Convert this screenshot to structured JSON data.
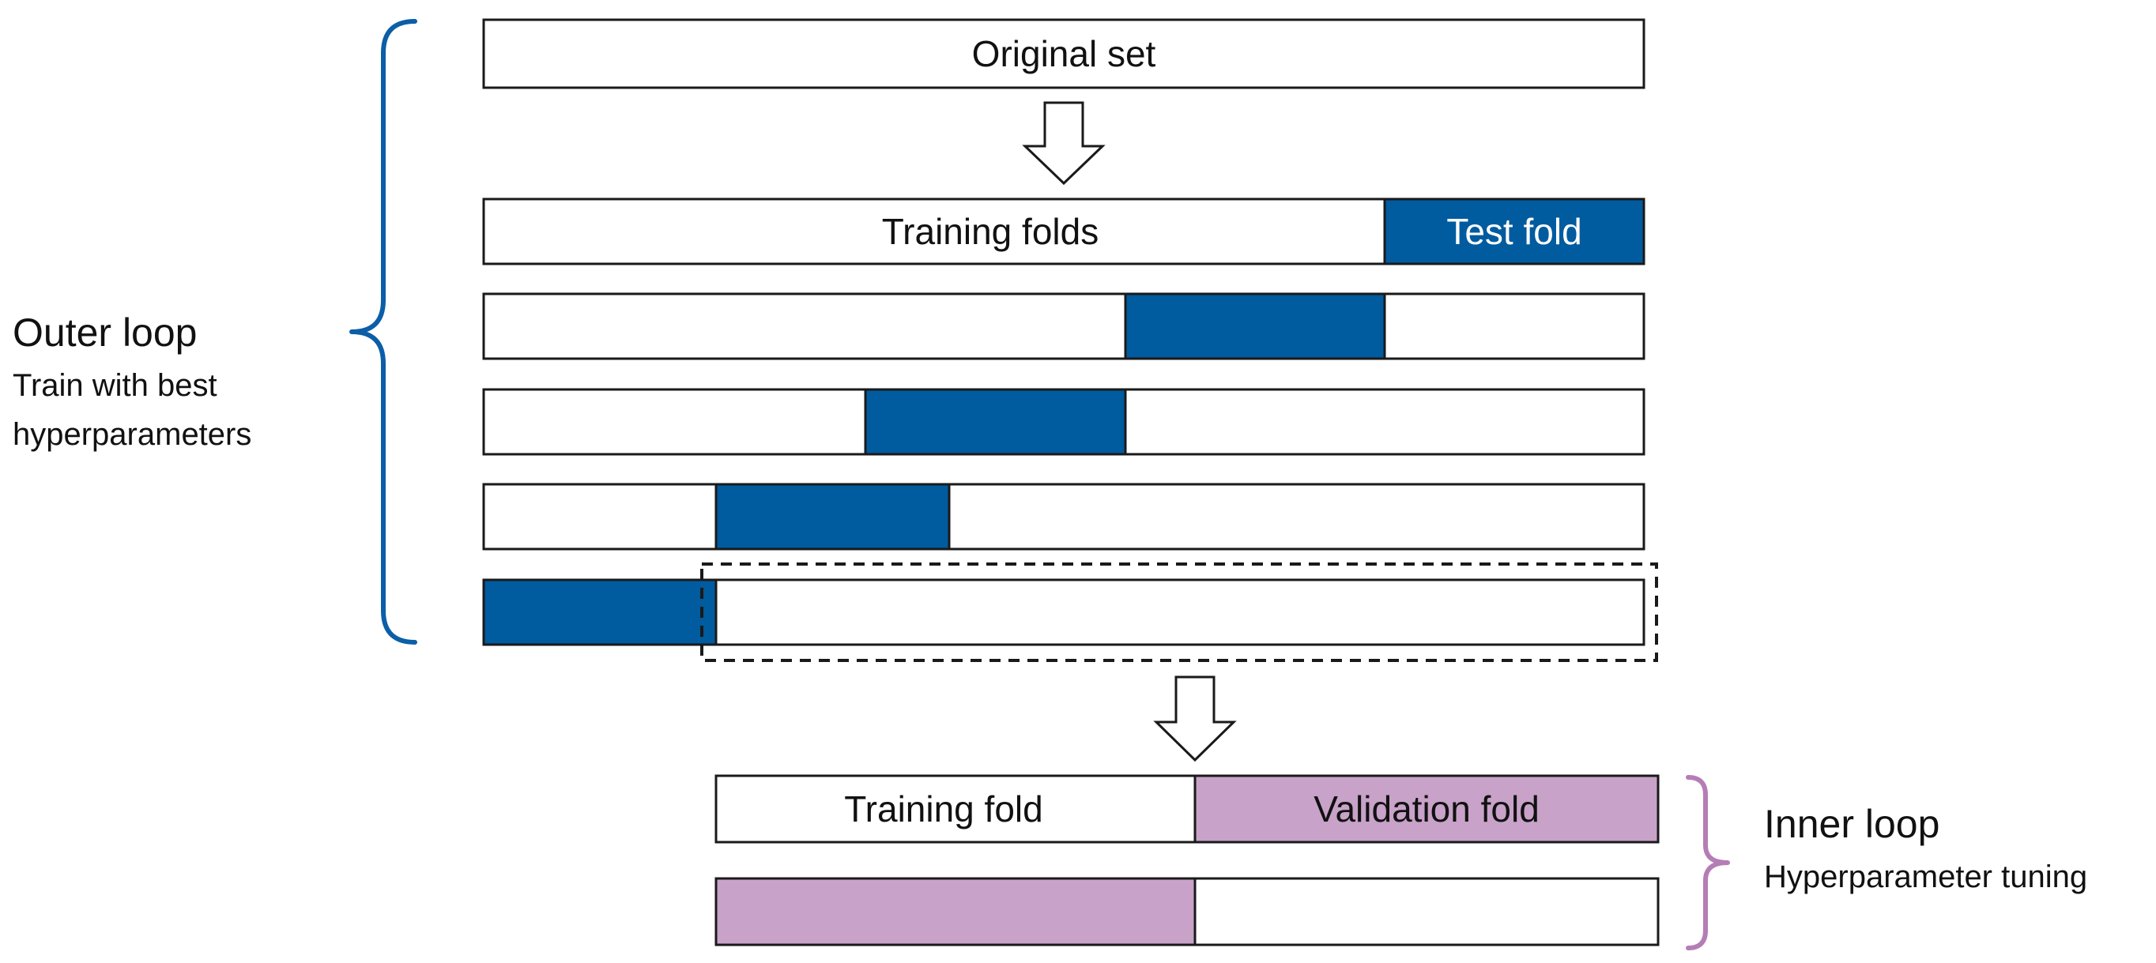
{
  "original_set": "Original set",
  "outer_top": {
    "training_label": "Training folds",
    "test_label": "Test fold"
  },
  "outer_loop": {
    "title": "Outer loop",
    "description_line1": "Train with best",
    "description_line2": "hyperparameters"
  },
  "inner_top": {
    "training_label": "Training fold",
    "validation_label": "Validation fold"
  },
  "inner_loop": {
    "title": "Inner loop",
    "description": "Hyperparameter tuning"
  },
  "colors": {
    "test_fold": "#005b9f",
    "outer_brace": "#0b5ea7",
    "validation_fold": "#c8a2c8",
    "inner_brace": "#b57db5",
    "border": "#1a1a1a"
  }
}
